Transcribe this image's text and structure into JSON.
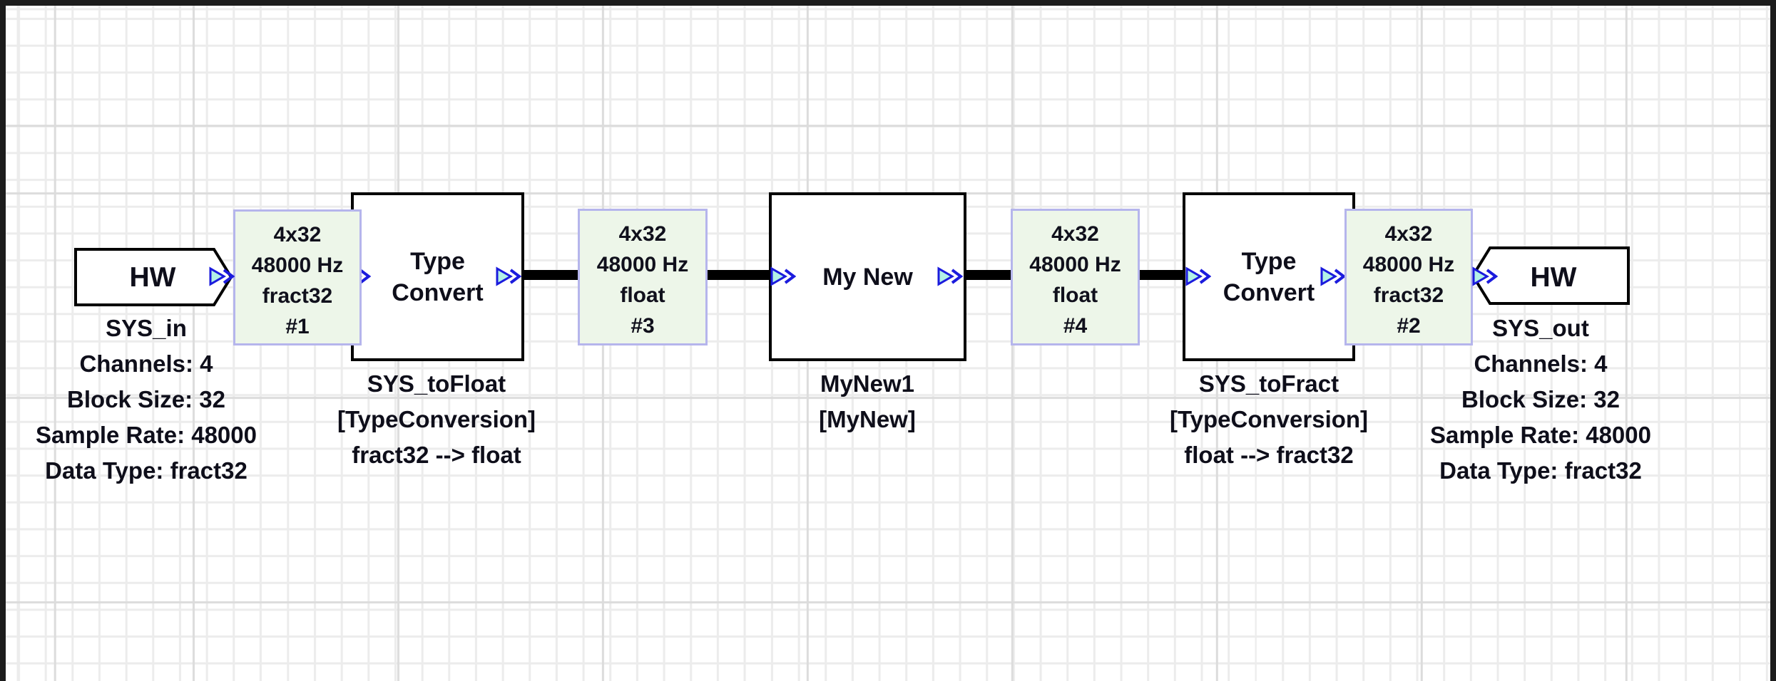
{
  "nodes": {
    "hw_in": {
      "title": "HW",
      "name": "SYS_in",
      "props": [
        "Channels: 4",
        "Block Size: 32",
        "Sample Rate: 48000",
        "Data Type: fract32"
      ]
    },
    "type_convert_1": {
      "title": "Type Convert",
      "name": "SYS_toFloat",
      "type": "[TypeConversion]",
      "conversion": "fract32 --> float"
    },
    "my_new": {
      "title": "My New",
      "name": "MyNew1",
      "type": "[MyNew]"
    },
    "type_convert_2": {
      "title": "Type Convert",
      "name": "SYS_toFract",
      "type": "[TypeConversion]",
      "conversion": "float --> fract32"
    },
    "hw_out": {
      "title": "HW",
      "name": "SYS_out",
      "props": [
        "Channels: 4",
        "Block Size: 32",
        "Sample Rate: 48000",
        "Data Type: fract32"
      ]
    }
  },
  "wire_labels": {
    "w1": {
      "lines": [
        "4x32",
        "48000 Hz",
        "fract32",
        "#1"
      ]
    },
    "w3": {
      "lines": [
        "4x32",
        "48000 Hz",
        "float",
        "#3"
      ]
    },
    "w4": {
      "lines": [
        "4x32",
        "48000 Hz",
        "float",
        "#4"
      ]
    },
    "w2": {
      "lines": [
        "4x32",
        "48000 Hz",
        "fract32",
        "#2"
      ]
    }
  },
  "colors": {
    "wire_box_fill": "#edf6e9",
    "wire_box_border": "#b5b5ec",
    "port_fill": "#b3f2e6",
    "port_stroke": "#1b1bdd",
    "block_border": "#000000",
    "wire": "#000000",
    "text": "#0e0e1a",
    "grid_minor": "#ececec",
    "grid_major": "#dcdcdc"
  }
}
